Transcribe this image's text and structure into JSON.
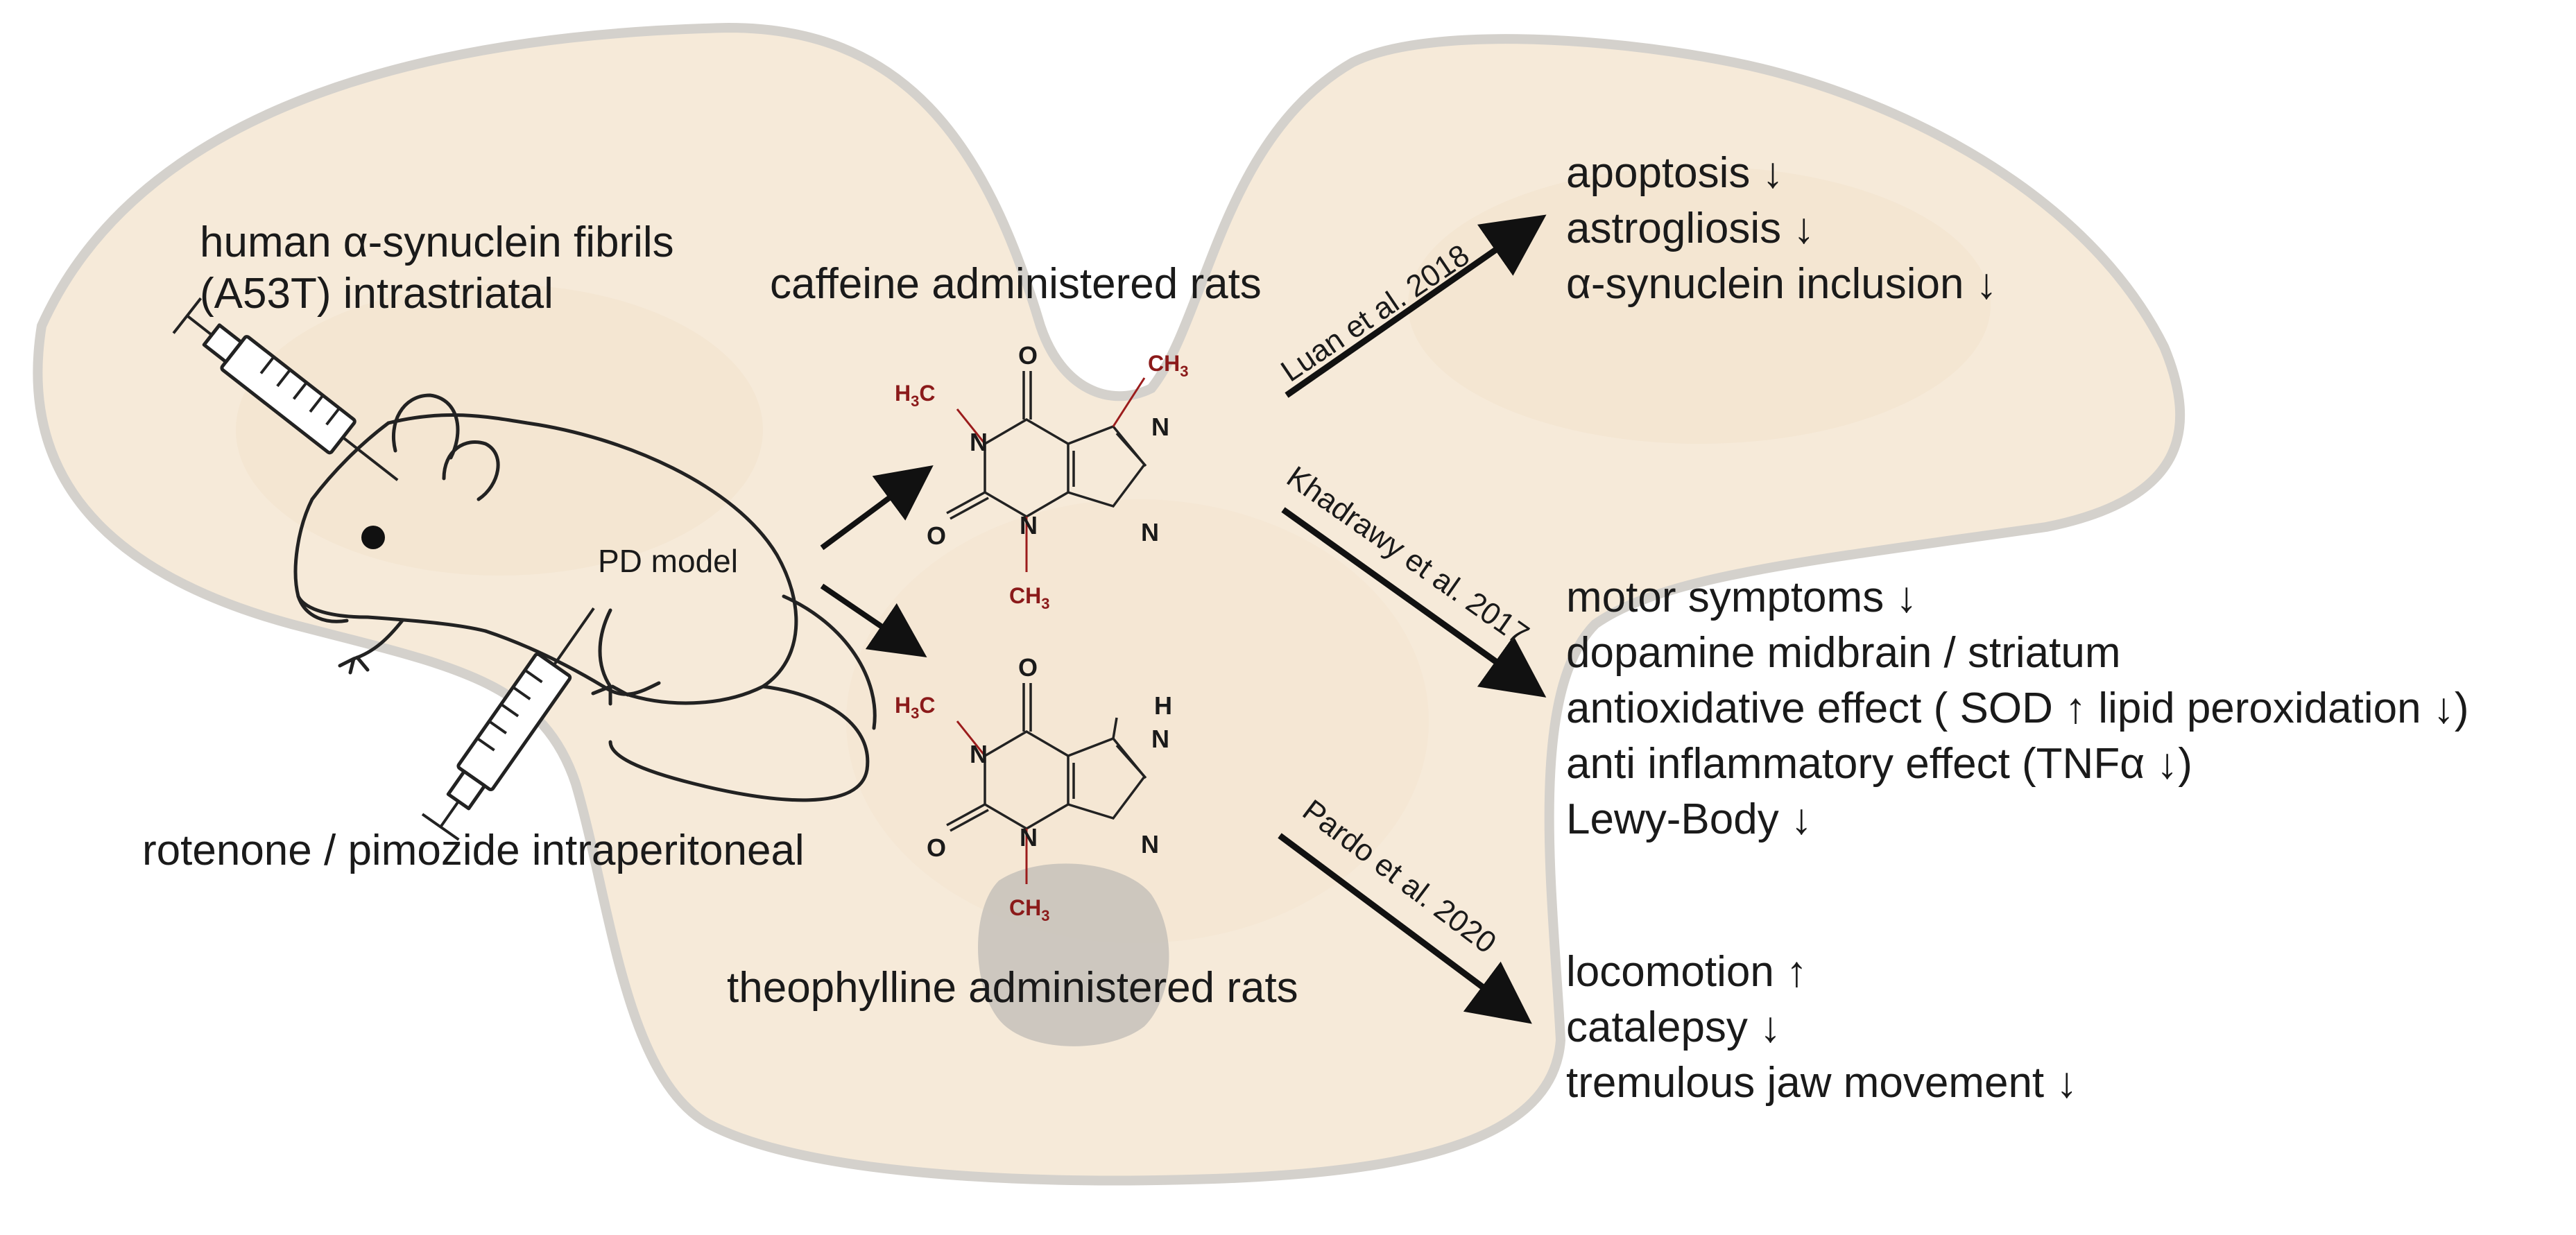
{
  "diagram": {
    "injection_top_label_line1": "human α-synuclein fibrils",
    "injection_top_label_line2": "(A53T) intrastriatal",
    "injection_bottom_label": "rotenone / pimozide intraperitoneal",
    "model_label": "PD model",
    "caffeine_label": "caffeine administered rats",
    "theophylline_label": "theophylline administered rats",
    "molecule_atoms": {
      "oxygen": "O",
      "nitrogen": "N",
      "hydrogen": "H",
      "methyl": "CH",
      "methyl_left": "H",
      "methyl_left_c": "C",
      "subscript_3": "3"
    },
    "references": {
      "luan": "Luan et al. 2018",
      "khadrawy": "Khadrawy et al. 2017",
      "pardo": "Pardo et al. 2020"
    },
    "effects_luan": [
      "apoptosis ↓",
      "astrogliosis ↓",
      "α-synuclein inclusion ↓"
    ],
    "effects_khadrawy": [
      "motor symptoms ↓",
      "dopamine midbrain / striatum",
      "antioxidative effect ( SOD ↑ lipid peroxidation ↓)",
      "anti inflammatory effect (TNFα  ↓)",
      "Lewy-Body ↓"
    ],
    "effects_pardo": [
      "locomotion ↑",
      "catalepsy ↓",
      "tremulous jaw movement ↓"
    ]
  },
  "colors": {
    "brain_fill": "#f6ead9",
    "brain_outline": "#d4d1cc",
    "ventricle": "#c9c3bb",
    "methyl_red": "#8b1a1a",
    "ink": "#1a1a1a"
  }
}
